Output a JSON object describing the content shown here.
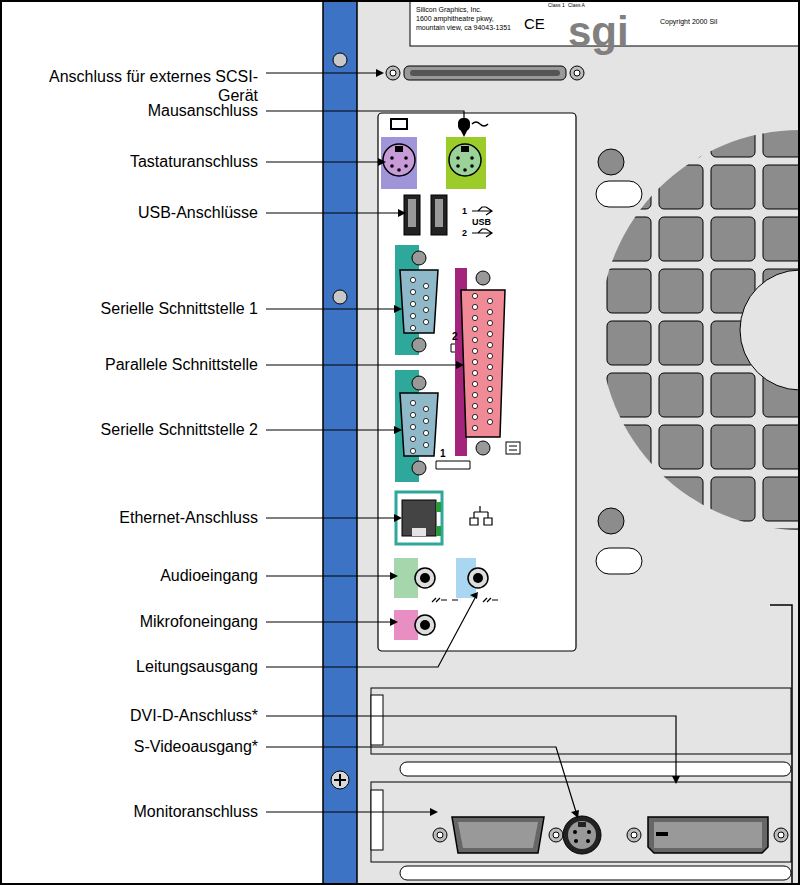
{
  "diagram": {
    "labels": [
      "Anschluss für externes SCSI-Gerät",
      "Mausanschluss",
      "Tastaturanschluss",
      "USB-Anschlüsse",
      "Serielle Schnittstelle 1",
      "Parallele Schnittstelle",
      "Serielle Schnittstelle 2",
      "Ethernet-Anschluss",
      "Audioeingang",
      "Mikrofoneingang",
      "Leitungsausgang",
      "DVI-D-Anschluss*",
      "S-Videoausgang*",
      "Monitoranschluss",
      "Silicon Graphics, Inc.",
      "1600 amphitheatre pkwy,",
      "mountain view, ca 94043-1351",
      "CE",
      "Class 1",
      "Class A",
      "sgi",
      "Copyright 2000 Sil",
      "USB",
      "1",
      "2",
      "2",
      "1"
    ]
  }
}
